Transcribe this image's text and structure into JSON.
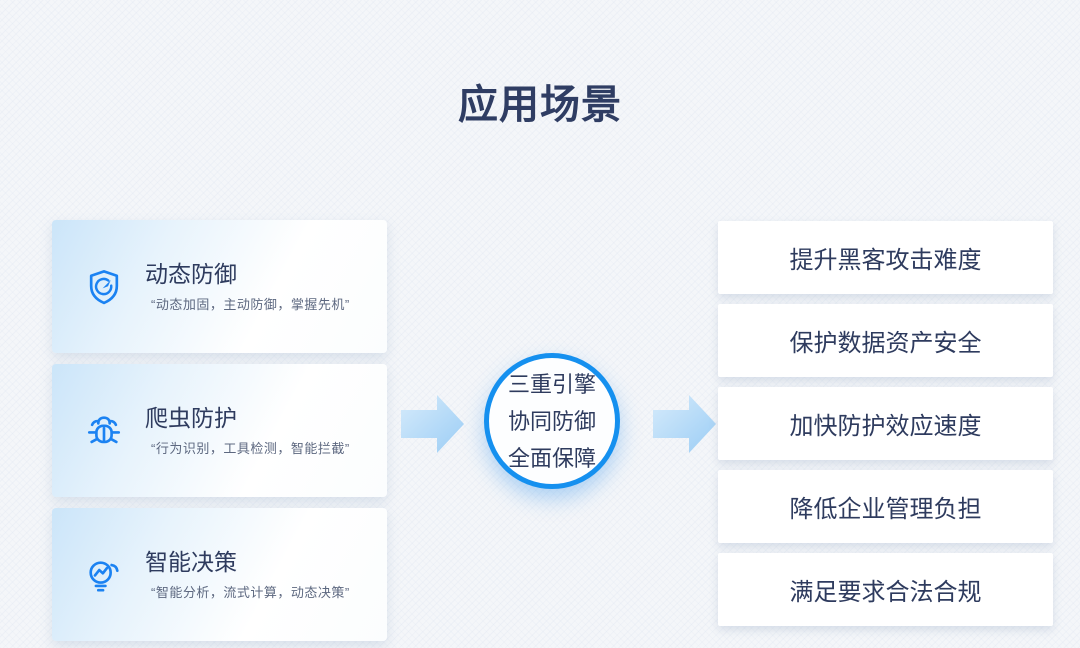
{
  "title": "应用场景",
  "scenarios": [
    {
      "icon": "shield-refresh-icon",
      "title": "动态防御",
      "subtitle": "“动态加固，主动防御，掌握先机”"
    },
    {
      "icon": "bug-icon",
      "title": "爬虫防护",
      "subtitle": "“行为识别，工具检测，智能拦截”"
    },
    {
      "icon": "bulb-chart-icon",
      "title": "智能决策",
      "subtitle": "“智能分析，流式计算，动态决策”"
    }
  ],
  "center": {
    "lines": [
      "三重引擎",
      "协同防御",
      "全面保障"
    ]
  },
  "benefits": [
    "提升黑客攻击难度",
    "保护数据资产安全",
    "加快防护效应速度",
    "降低企业管理负担",
    "满足要求合法合规"
  ],
  "colors": {
    "accent": "#1b82f2",
    "circle_ring": "#1590ef",
    "heading_text": "#2f3d63",
    "body_text": "#2e3b5e",
    "subtitle_text": "#5d6880",
    "arrow_light": "#d3e9fb",
    "arrow_dark": "#9fd0f6",
    "background": "#f4f6f9"
  }
}
